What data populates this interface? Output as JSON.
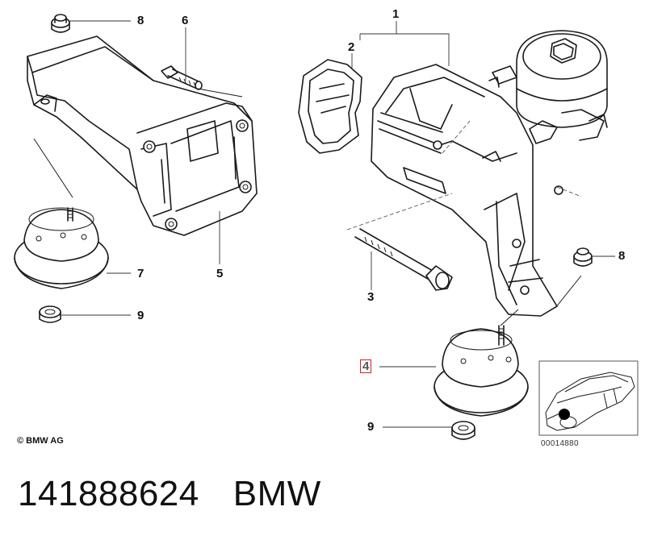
{
  "callouts": [
    {
      "label": "1"
    },
    {
      "label": "2"
    },
    {
      "label": "3"
    },
    {
      "label": "4"
    },
    {
      "label": "5"
    },
    {
      "label": "6"
    },
    {
      "label": "7"
    },
    {
      "label": "8"
    },
    {
      "label": "8"
    },
    {
      "label": "9"
    },
    {
      "label": "9"
    }
  ],
  "highlighted_callout": "4",
  "copyright": "© BMW AG",
  "thumbnail_code": "00014880",
  "caption": {
    "part_number": "141888624",
    "brand": "BMW"
  },
  "colors": {
    "line": "#1a1a1a",
    "highlight": "#d0202a",
    "background": "#ffffff"
  }
}
